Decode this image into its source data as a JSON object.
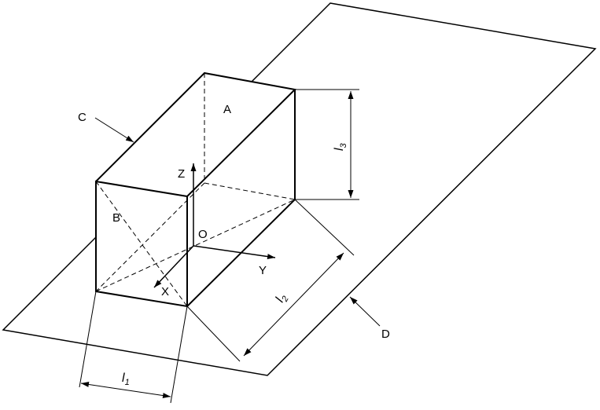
{
  "labels": {
    "face_top": "A",
    "face_front": "B",
    "surface_edge": "C",
    "plane": "D",
    "origin": "O",
    "axis_x": "X",
    "axis_y": "Y",
    "axis_z": "Z"
  },
  "dimensions": {
    "l1": {
      "letter": "l",
      "index": "1"
    },
    "l2": {
      "letter": "l",
      "index": "2"
    },
    "l3": {
      "letter": "l",
      "index": "3"
    }
  }
}
